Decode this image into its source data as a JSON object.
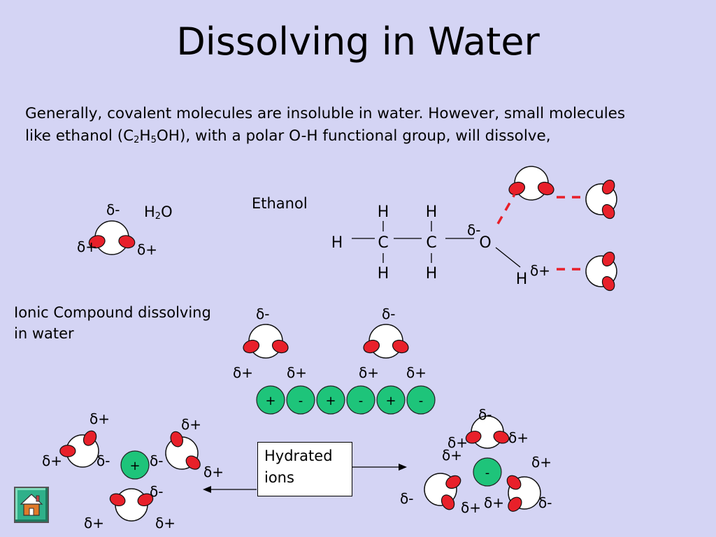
{
  "title": "Dissolving in Water",
  "intro": {
    "line1": "Generally, covalent molecules are insoluble in water. However, small molecules",
    "line2_a": "like ethanol (C",
    "line2_sub1": "2",
    "line2_b": "H",
    "line2_sub2": "5",
    "line2_c": "OH), with a polar O-H functional group, will dissolve,"
  },
  "water_label": {
    "main": "H",
    "sub": "2",
    "tail": "O"
  },
  "ethanol_label": "Ethanol",
  "ionic_label": {
    "line1": "Ionic Compound dissolving",
    "line2": "in water"
  },
  "hydrated_label": {
    "line1": "Hydrated",
    "line2": "ions"
  },
  "symbols": {
    "delta_minus": "δ-",
    "delta_plus": "δ+"
  },
  "atoms": {
    "H": "H",
    "C": "C",
    "O": "O"
  },
  "lattice_ions": [
    "+",
    "-",
    "+",
    "-",
    "+",
    "-"
  ],
  "hydrated_cation": "+",
  "hydrated_anion": "-",
  "colors": {
    "background": "#d4d4f4",
    "hydrogen": "#e8202a",
    "oxygen": "#ffffff",
    "ion": "#1ec47a",
    "hbond": "#e8202a",
    "home_button": "#2fb08a"
  }
}
